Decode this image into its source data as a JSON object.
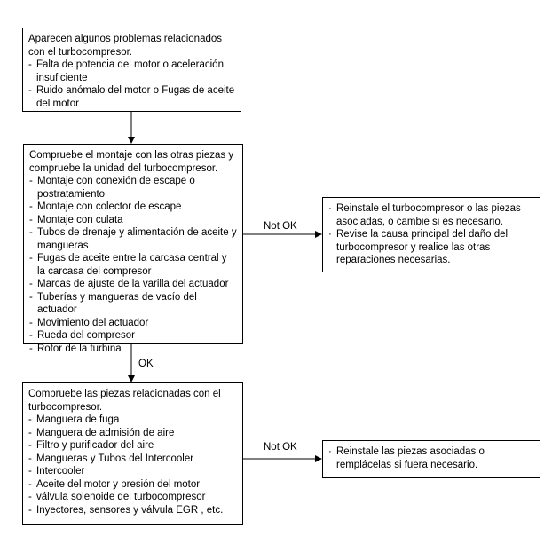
{
  "box1": {
    "head": "Aparecen algunos problemas relacionados con el turbocompresor.",
    "items": [
      "Falta de potencia del motor o aceleración insuficiente",
      "Ruido anómalo del motor o Fugas de aceite del motor"
    ]
  },
  "box2": {
    "head": "Compruebe el montaje con las otras piezas y compruebe la unidad del turbocompresor.",
    "items": [
      "Montaje con conexión de escape o postratamiento",
      "Montaje con colector de escape",
      "Montaje con culata",
      "Tubos de drenaje y alimentación de aceite y mangueras",
      "Fugas de aceite entre la carcasa central y la carcasa del compresor",
      "Marcas de ajuste de la varilla del actuador",
      "Tuberías y mangueras de vacío del actuador",
      "Movimiento del actuador",
      "Rueda del compresor",
      "Rotor de la turbina"
    ]
  },
  "box3": {
    "items": [
      "Reinstale el turbocompresor o las piezas asociadas, o cambie si es necesario.",
      "Revise la causa principal del daño del turbocompresor y realice las otras reparaciones necesarias."
    ]
  },
  "box4": {
    "head": "Compruebe las piezas relacionadas con el turbocompresor.",
    "items": [
      "Manguera de fuga",
      "Manguera de admisión de aire",
      "Filtro y purificador del aire",
      "Mangueras y Tubos del Intercooler",
      "Intercooler",
      "Aceite del motor y presión del motor",
      "válvula solenoide del turbocompresor",
      "Inyectores, sensores y válvula EGR , etc."
    ]
  },
  "box5": {
    "items": [
      "Reinstale las piezas asociadas o remplácelas si fuera necesario."
    ]
  },
  "markers": {
    "dash": "-",
    "dot": "·"
  },
  "edges": {
    "notok1": "Not OK",
    "ok": "OK",
    "notok2": "Not OK"
  }
}
